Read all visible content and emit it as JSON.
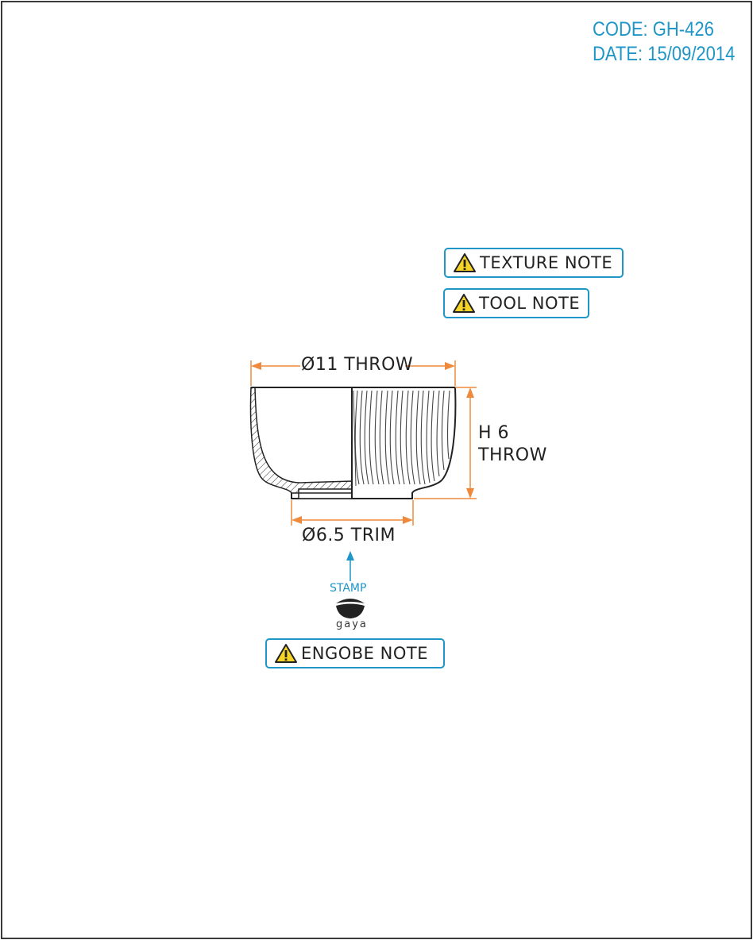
{
  "header": {
    "code": "CODE: GH-426",
    "date": "DATE: 15/09/2014"
  },
  "notes": {
    "texture": "TEXTURE NOTE",
    "tool": "TOOL NOTE",
    "engobe": "ENGOBE NOTE"
  },
  "dimensions": {
    "diameter_top": "Ø11 THROW",
    "height_line1": "H 6",
    "height_line2": "THROW",
    "diameter_foot": "Ø6.5 TRIM"
  },
  "stamp": {
    "label": "STAMP",
    "logo_text": "gaya"
  },
  "colors": {
    "accent_blue": "#1e96c8",
    "dimension_orange": "#ef8a3c",
    "warning_yellow": "#f5d327",
    "line": "#222222"
  },
  "icons": [
    "warning-icon",
    "arrow-up-icon",
    "bowl-logo-icon"
  ]
}
